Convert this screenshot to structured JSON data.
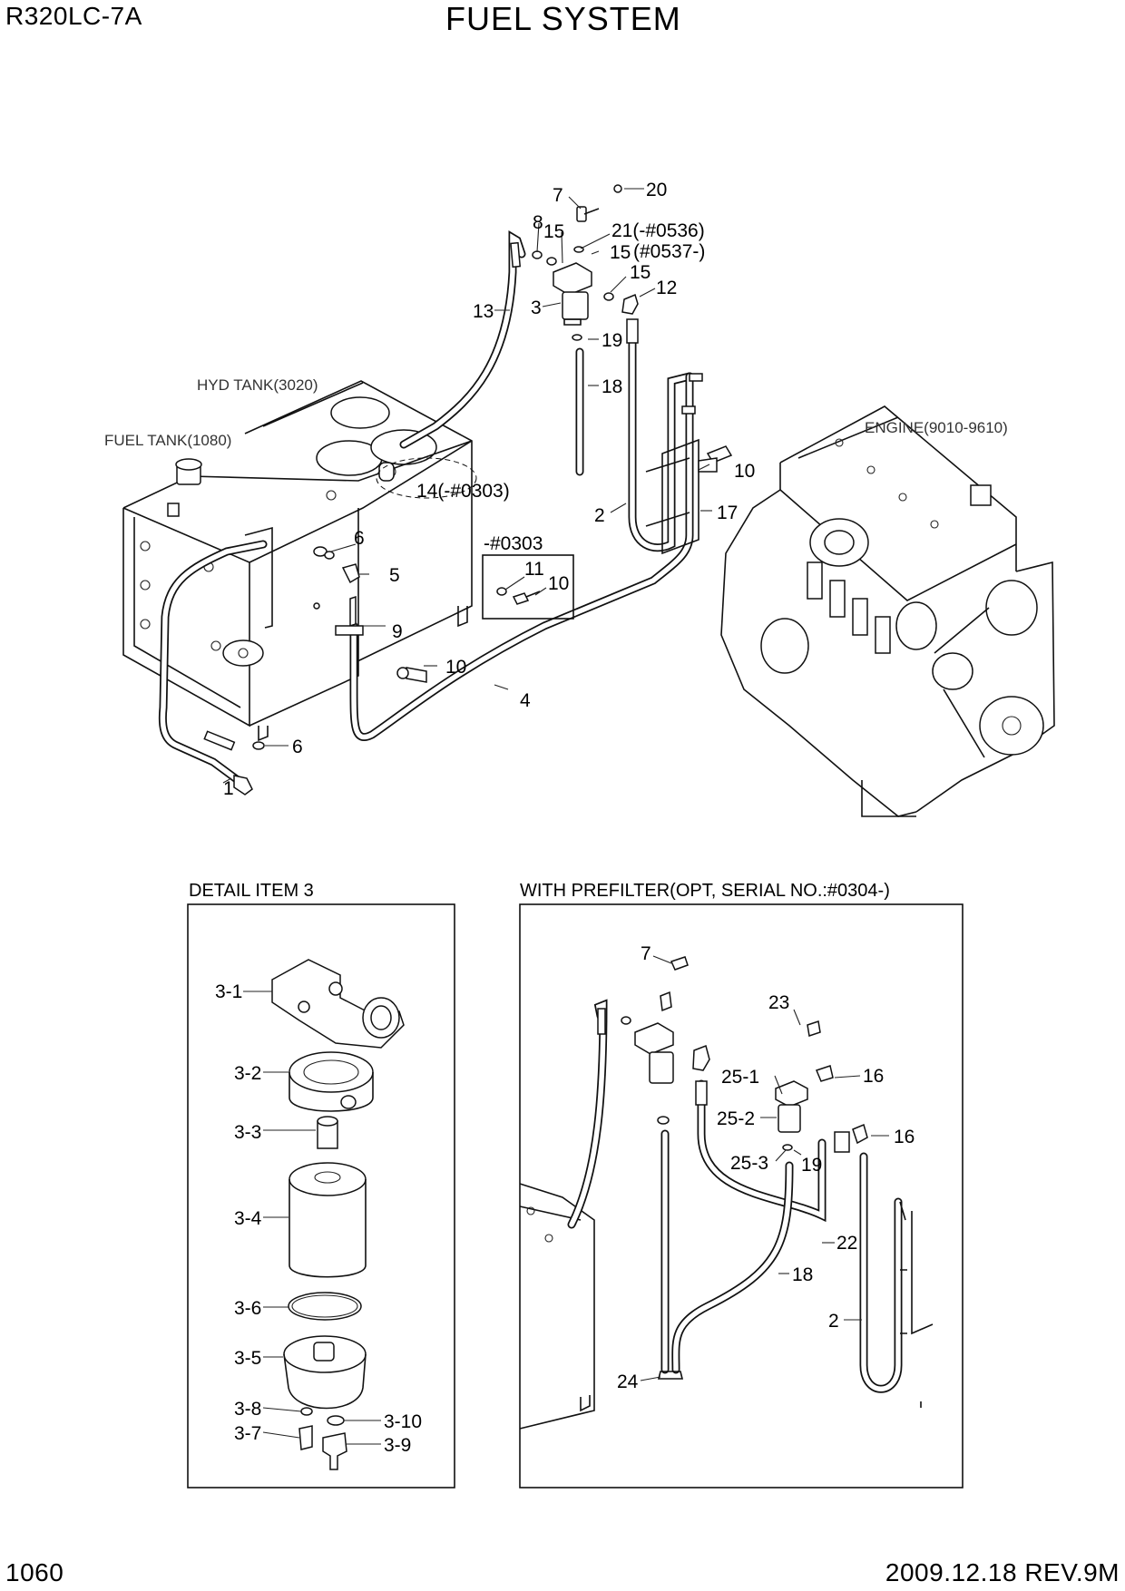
{
  "header": {
    "model": "R320LC-7A",
    "title": "FUEL SYSTEM"
  },
  "footer": {
    "page_number": "1060",
    "revision": "2009.12.18  REV.9M"
  },
  "main_view": {
    "components": {
      "hyd_tank": "HYD TANK(3020)",
      "fuel_tank": "FUEL TANK(1080)",
      "engine": "ENGINE(9010-9610)"
    },
    "callouts": {
      "c7": "7",
      "c20": "20",
      "c8": "8",
      "c15a": "15",
      "c21": "21(-#0536)",
      "c15b": "15",
      "c15b_note": "(#0537-)",
      "c15c": "15",
      "c12": "12",
      "c13": "13",
      "c3": "3",
      "c19": "19",
      "c18": "18",
      "c14": "14(-#0303)",
      "c10a": "10",
      "c2": "2",
      "c17": "17",
      "c6a": "6",
      "c5": "5",
      "c9": "9",
      "c10b": "10",
      "c4": "4",
      "c6b": "6",
      "c1": "1"
    },
    "serial_box": {
      "title": "-#0303",
      "c11": "11",
      "c10": "10"
    }
  },
  "detail_item3": {
    "title": "DETAIL  ITEM 3",
    "callouts": {
      "d3_1": "3-1",
      "d3_2": "3-2",
      "d3_3": "3-3",
      "d3_4": "3-4",
      "d3_6": "3-6",
      "d3_5": "3-5",
      "d3_8": "3-8",
      "d3_10": "3-10",
      "d3_7": "3-7",
      "d3_9": "3-9"
    }
  },
  "prefilter": {
    "title": "WITH PREFILTER(OPT, SERIAL NO.:#0304-)",
    "callouts": {
      "p7": "7",
      "p23": "23",
      "p25_1": "25-1",
      "p16a": "16",
      "p25_2": "25-2",
      "p16b": "16",
      "p25_3": "25-3",
      "p19": "19",
      "p22": "22",
      "p18": "18",
      "p2": "2",
      "p24": "24"
    }
  }
}
